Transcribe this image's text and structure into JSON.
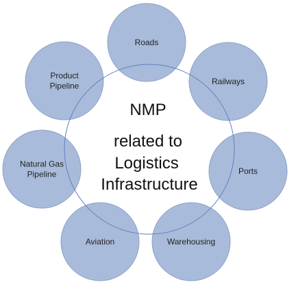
{
  "center": {
    "lines": [
      "NMP",
      "related to",
      "Logistics",
      "Infrastructure"
    ]
  },
  "nodes": [
    {
      "id": "roads",
      "lines": [
        "Roads"
      ]
    },
    {
      "id": "railways",
      "lines": [
        "Railways"
      ]
    },
    {
      "id": "ports",
      "lines": [
        "Ports"
      ]
    },
    {
      "id": "warehousing",
      "lines": [
        "Warehousing"
      ]
    },
    {
      "id": "aviation",
      "lines": [
        "Aviation"
      ]
    },
    {
      "id": "natural-gas-pipeline",
      "lines": [
        "Natural Gas",
        "Pipeline"
      ]
    },
    {
      "id": "product-pipeline",
      "lines": [
        "Product",
        "Pipeline"
      ]
    }
  ],
  "colors": {
    "node_fill": "#a9bbda",
    "node_stroke": "#8ea2c6",
    "hub_stroke": "#5f80c0",
    "text": "#1f1f1f"
  }
}
